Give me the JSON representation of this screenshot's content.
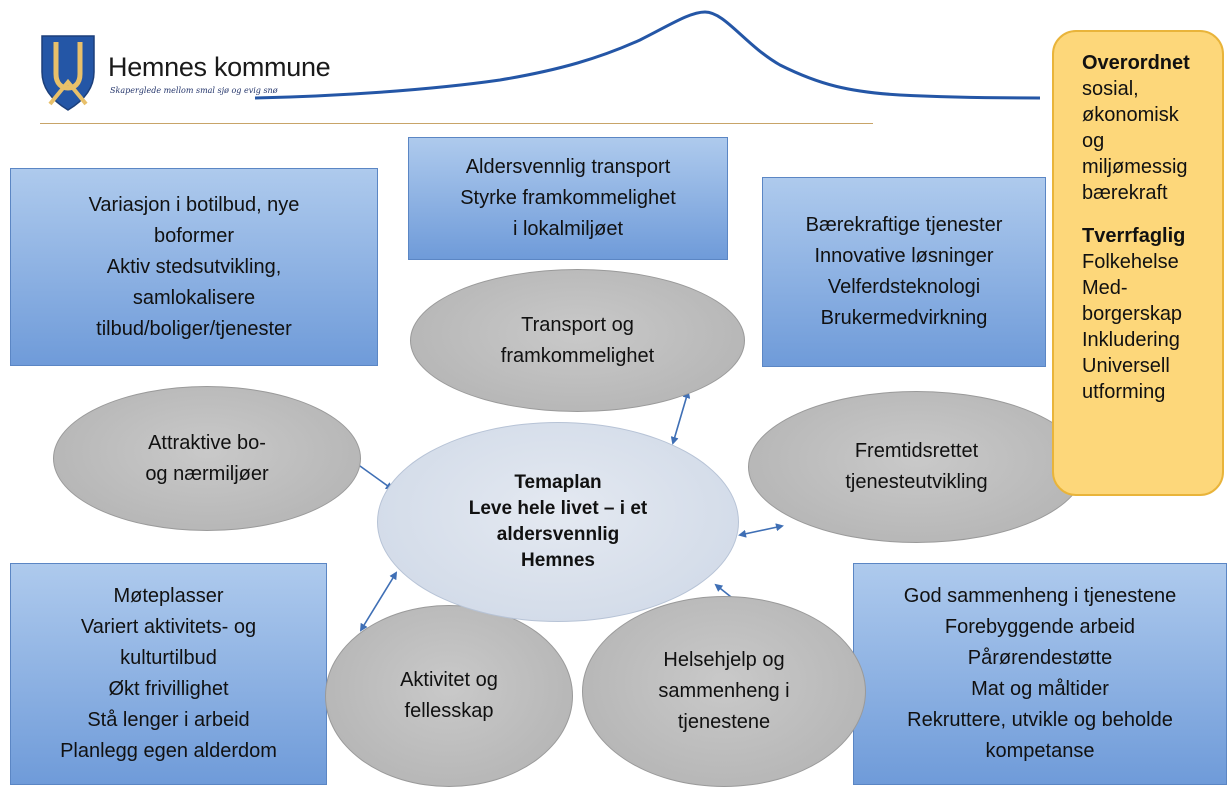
{
  "header": {
    "org_name": "Hemnes kommune",
    "tagline": "Skaperglede mellom smal sjø og evig snø"
  },
  "center": {
    "lines": [
      "Temaplan",
      "Leve hele livet – i et",
      "aldersvennlig",
      "Hemnes"
    ]
  },
  "themes": {
    "transport": [
      "Transport og",
      "framkommelighet"
    ],
    "bo": [
      "Attraktive bo-",
      "og nærmiljøer"
    ],
    "tjeneste": [
      "Fremtidsrettet",
      "tjenesteutvikling"
    ],
    "aktivitet": [
      "Aktivitet og",
      "fellesskap"
    ],
    "helse": [
      "Helsehjelp og",
      "sammenheng i",
      "tjenestene"
    ]
  },
  "boxes": {
    "bo": [
      "Variasjon i botilbud, nye",
      "boformer",
      "Aktiv stedsutvikling,",
      "samlokalisere",
      "tilbud/boliger/tjenester"
    ],
    "transport": [
      "Aldersvennlig transport",
      "Styrke framkommelighet",
      "i lokalmiljøet"
    ],
    "tjeneste": [
      "Bærekraftige tjenester",
      "Innovative løsninger",
      "Velferdsteknologi",
      "Brukermedvirkning"
    ],
    "aktivitet": [
      "Møteplasser",
      "Variert aktivitets- og",
      "kulturtilbud",
      "Økt frivillighet",
      "Stå lenger i arbeid",
      "Planlegg egen alderdom"
    ],
    "helse": [
      "God sammenheng i tjenestene",
      "Forebyggende arbeid",
      "Pårørendestøtte",
      "Mat og måltider",
      "Rekruttere, utvikle og beholde",
      "kompetanse"
    ]
  },
  "sidebar": {
    "heading1": "Overordnet",
    "lines1": [
      "sosial,",
      "økonomisk",
      "og",
      "miljømessig",
      "bærekraft"
    ],
    "heading2": "Tverrfaglig",
    "lines2": [
      "Folkehelse",
      "Med-",
      "borgerskap",
      "Inkludering",
      "Universell",
      "utforming"
    ]
  },
  "colors": {
    "box_fill": "#8fb3e5",
    "ellipse_fill": "#bdbdbd",
    "center_fill": "#d6deea",
    "sidebar_fill": "#fdd77a",
    "arrow": "#3f6fb5",
    "rule": "#c8a468"
  }
}
